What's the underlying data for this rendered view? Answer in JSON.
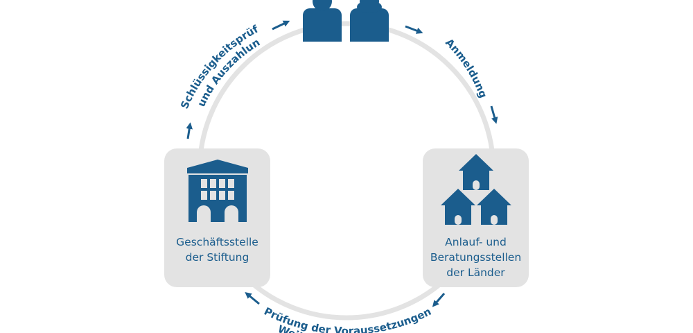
{
  "steps": {
    "registration": "Anmeldung",
    "check_1": "Prüfung der Voraussetzungen und",
    "check_2": "Weiterleitung",
    "payout_1": "Schlüssigkeitsprüfung",
    "payout_2": "und Auszahlung"
  },
  "nodes": {
    "people": {
      "icon": "people-icon"
    },
    "regional": {
      "line1": "Anlauf- und",
      "line2": "Beratungsstellen",
      "line3": "der Länder",
      "icon": "houses-icon"
    },
    "office": {
      "line1": "Geschäftsstelle",
      "line2": "der Stiftung",
      "icon": "building-icon"
    }
  },
  "colors": {
    "primary": "#1b5d8d",
    "ring": "#e3e3e3",
    "box": "#e3e3e3"
  }
}
